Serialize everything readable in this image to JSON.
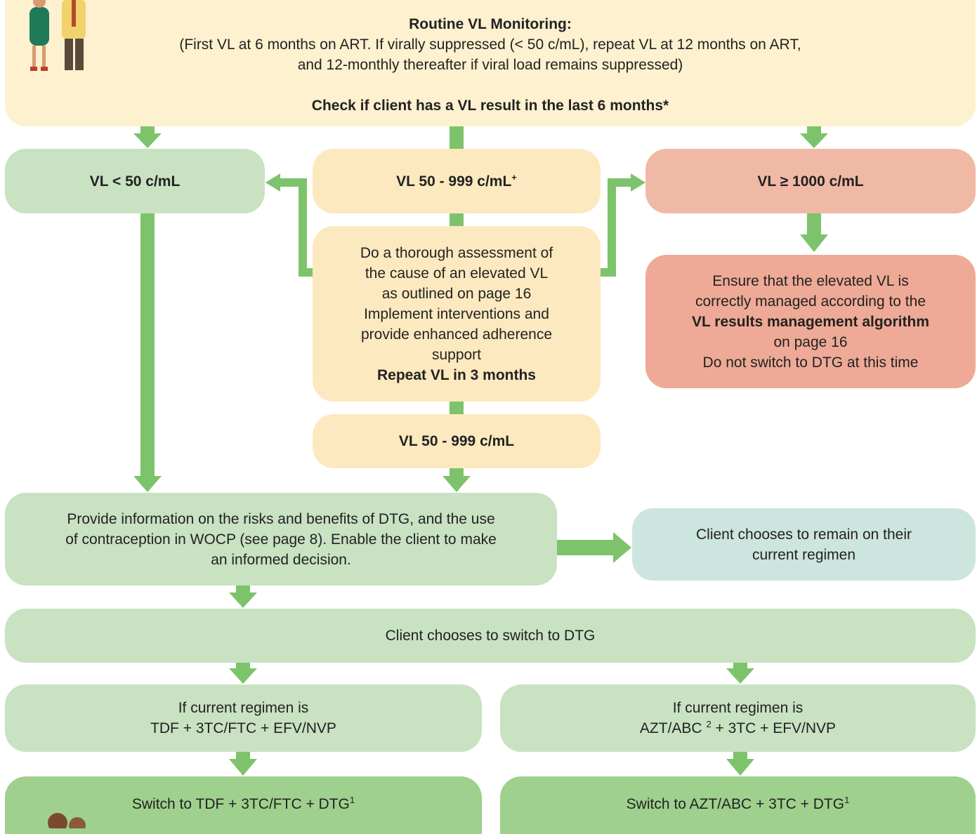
{
  "colors": {
    "arrow": "#7dc36b",
    "green_light": "#c8e2c2",
    "green_dark": "#9fd08e",
    "yellow": "#fde9bf",
    "cream": "#fdf1cf",
    "red": "#f0b9a5",
    "teal": "#cce5de"
  },
  "header": {
    "title": "Routine VL Monitoring:",
    "line1": "(First VL at 6 months on ART. If virally suppressed (< 50 c/mL), repeat VL at 12 months on ART,",
    "line2": "and 12-monthly thereafter if viral load remains suppressed)",
    "check": "Check if client has a VL result in the last 6 months*"
  },
  "vl_low": "VL < 50 c/mL",
  "vl_mid": {
    "label": "VL 50 - 999 c/mL",
    "mark": "+"
  },
  "vl_high": "VL ≥ 1000 c/mL",
  "assessment": {
    "lines": [
      "Do a thorough assessment of",
      "the cause of an elevated VL",
      "as outlined on page 16",
      "Implement interventions and",
      "provide enhanced adherence",
      "support"
    ],
    "bold": "Repeat VL in 3 months"
  },
  "high_manage": {
    "line1": "Ensure that the elevated VL is",
    "line2": "correctly managed according to the",
    "bold": "VL results management algorithm",
    "line3": "on page 16",
    "line4": "Do not switch to DTG at this time"
  },
  "vl_mid_repeat": "VL 50 - 999 c/mL",
  "info": {
    "line1": "Provide information on the risks and benefits of DTG, and the use",
    "line2": "of contraception in WOCP (see page 8). Enable the client to make",
    "line3": "an informed decision."
  },
  "remain": {
    "line1": "Client chooses to remain on their",
    "line2": "current regimen"
  },
  "switch_choice": "Client chooses to switch to DTG",
  "regimen_left": {
    "line1": "If current regimen is",
    "line2": "TDF + 3TC/FTC + EFV/NVP"
  },
  "regimen_right": {
    "line1": "If current regimen is",
    "line2a": "AZT/ABC",
    "sup": "2",
    "line2b": " + 3TC + EFV/NVP"
  },
  "switch_left": {
    "text": "Switch to TDF + 3TC/FTC + DTG",
    "sup": "1"
  },
  "switch_right": {
    "text": "Switch to AZT/ABC + 3TC + DTG",
    "sup": "1"
  }
}
